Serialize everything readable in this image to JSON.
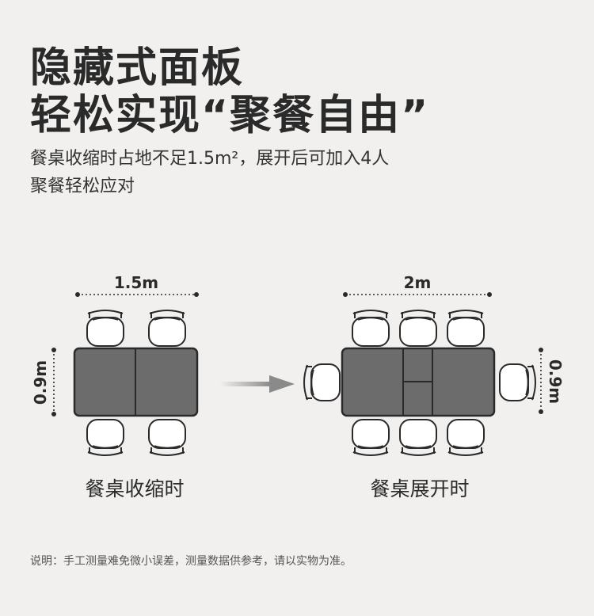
{
  "headline": {
    "line1": "隐藏式面板",
    "line2": "轻松实现“聚餐自由”"
  },
  "subtitle": {
    "line1": "餐桌收缩时占地不足1.5m²，展开后可加入4人",
    "line2": "聚餐轻松应对"
  },
  "collapsed": {
    "width_label": "1.5m",
    "depth_label": "0.9m",
    "caption": "餐桌收缩时"
  },
  "expanded": {
    "width_label": "2m",
    "depth_label": "0.9m",
    "caption": "餐桌展开时"
  },
  "note": "说明：手工测量难免微小误差，测量数据供参考，请以实物为准。",
  "colors": {
    "background": "#f1f0ee",
    "table_fill": "#6c6c6c",
    "chair_fill": "#ffffff",
    "outline": "#2a2a2a"
  }
}
